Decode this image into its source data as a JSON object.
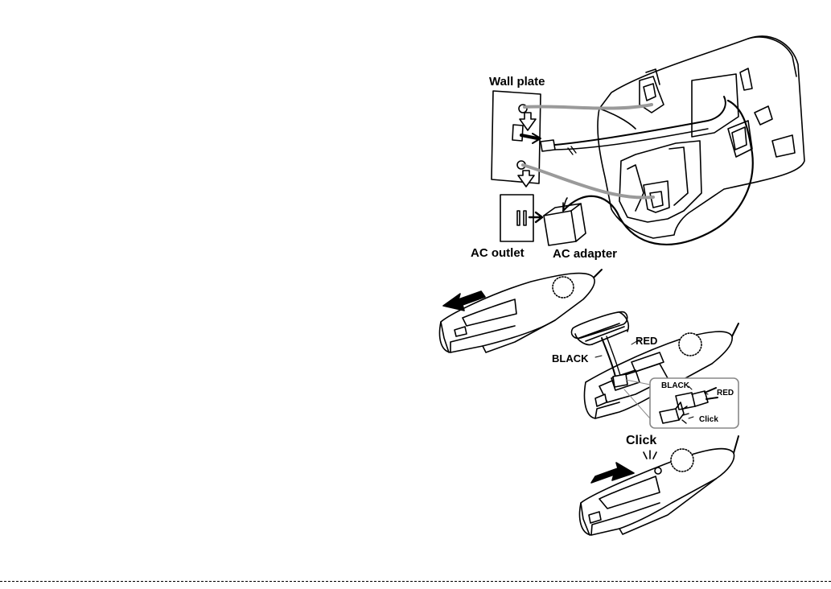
{
  "labels": {
    "wall_plate": "Wall plate",
    "ac_outlet": "AC outlet",
    "ac_adapter": "AC adapter",
    "red": "RED",
    "black": "BLACK",
    "inset_black": "BLACK",
    "inset_red": "RED",
    "inset_click": "Click",
    "click": "Click"
  },
  "colors": {
    "line": "#000000",
    "cord_gray": "#9a9a9a",
    "fill": "#ffffff"
  }
}
